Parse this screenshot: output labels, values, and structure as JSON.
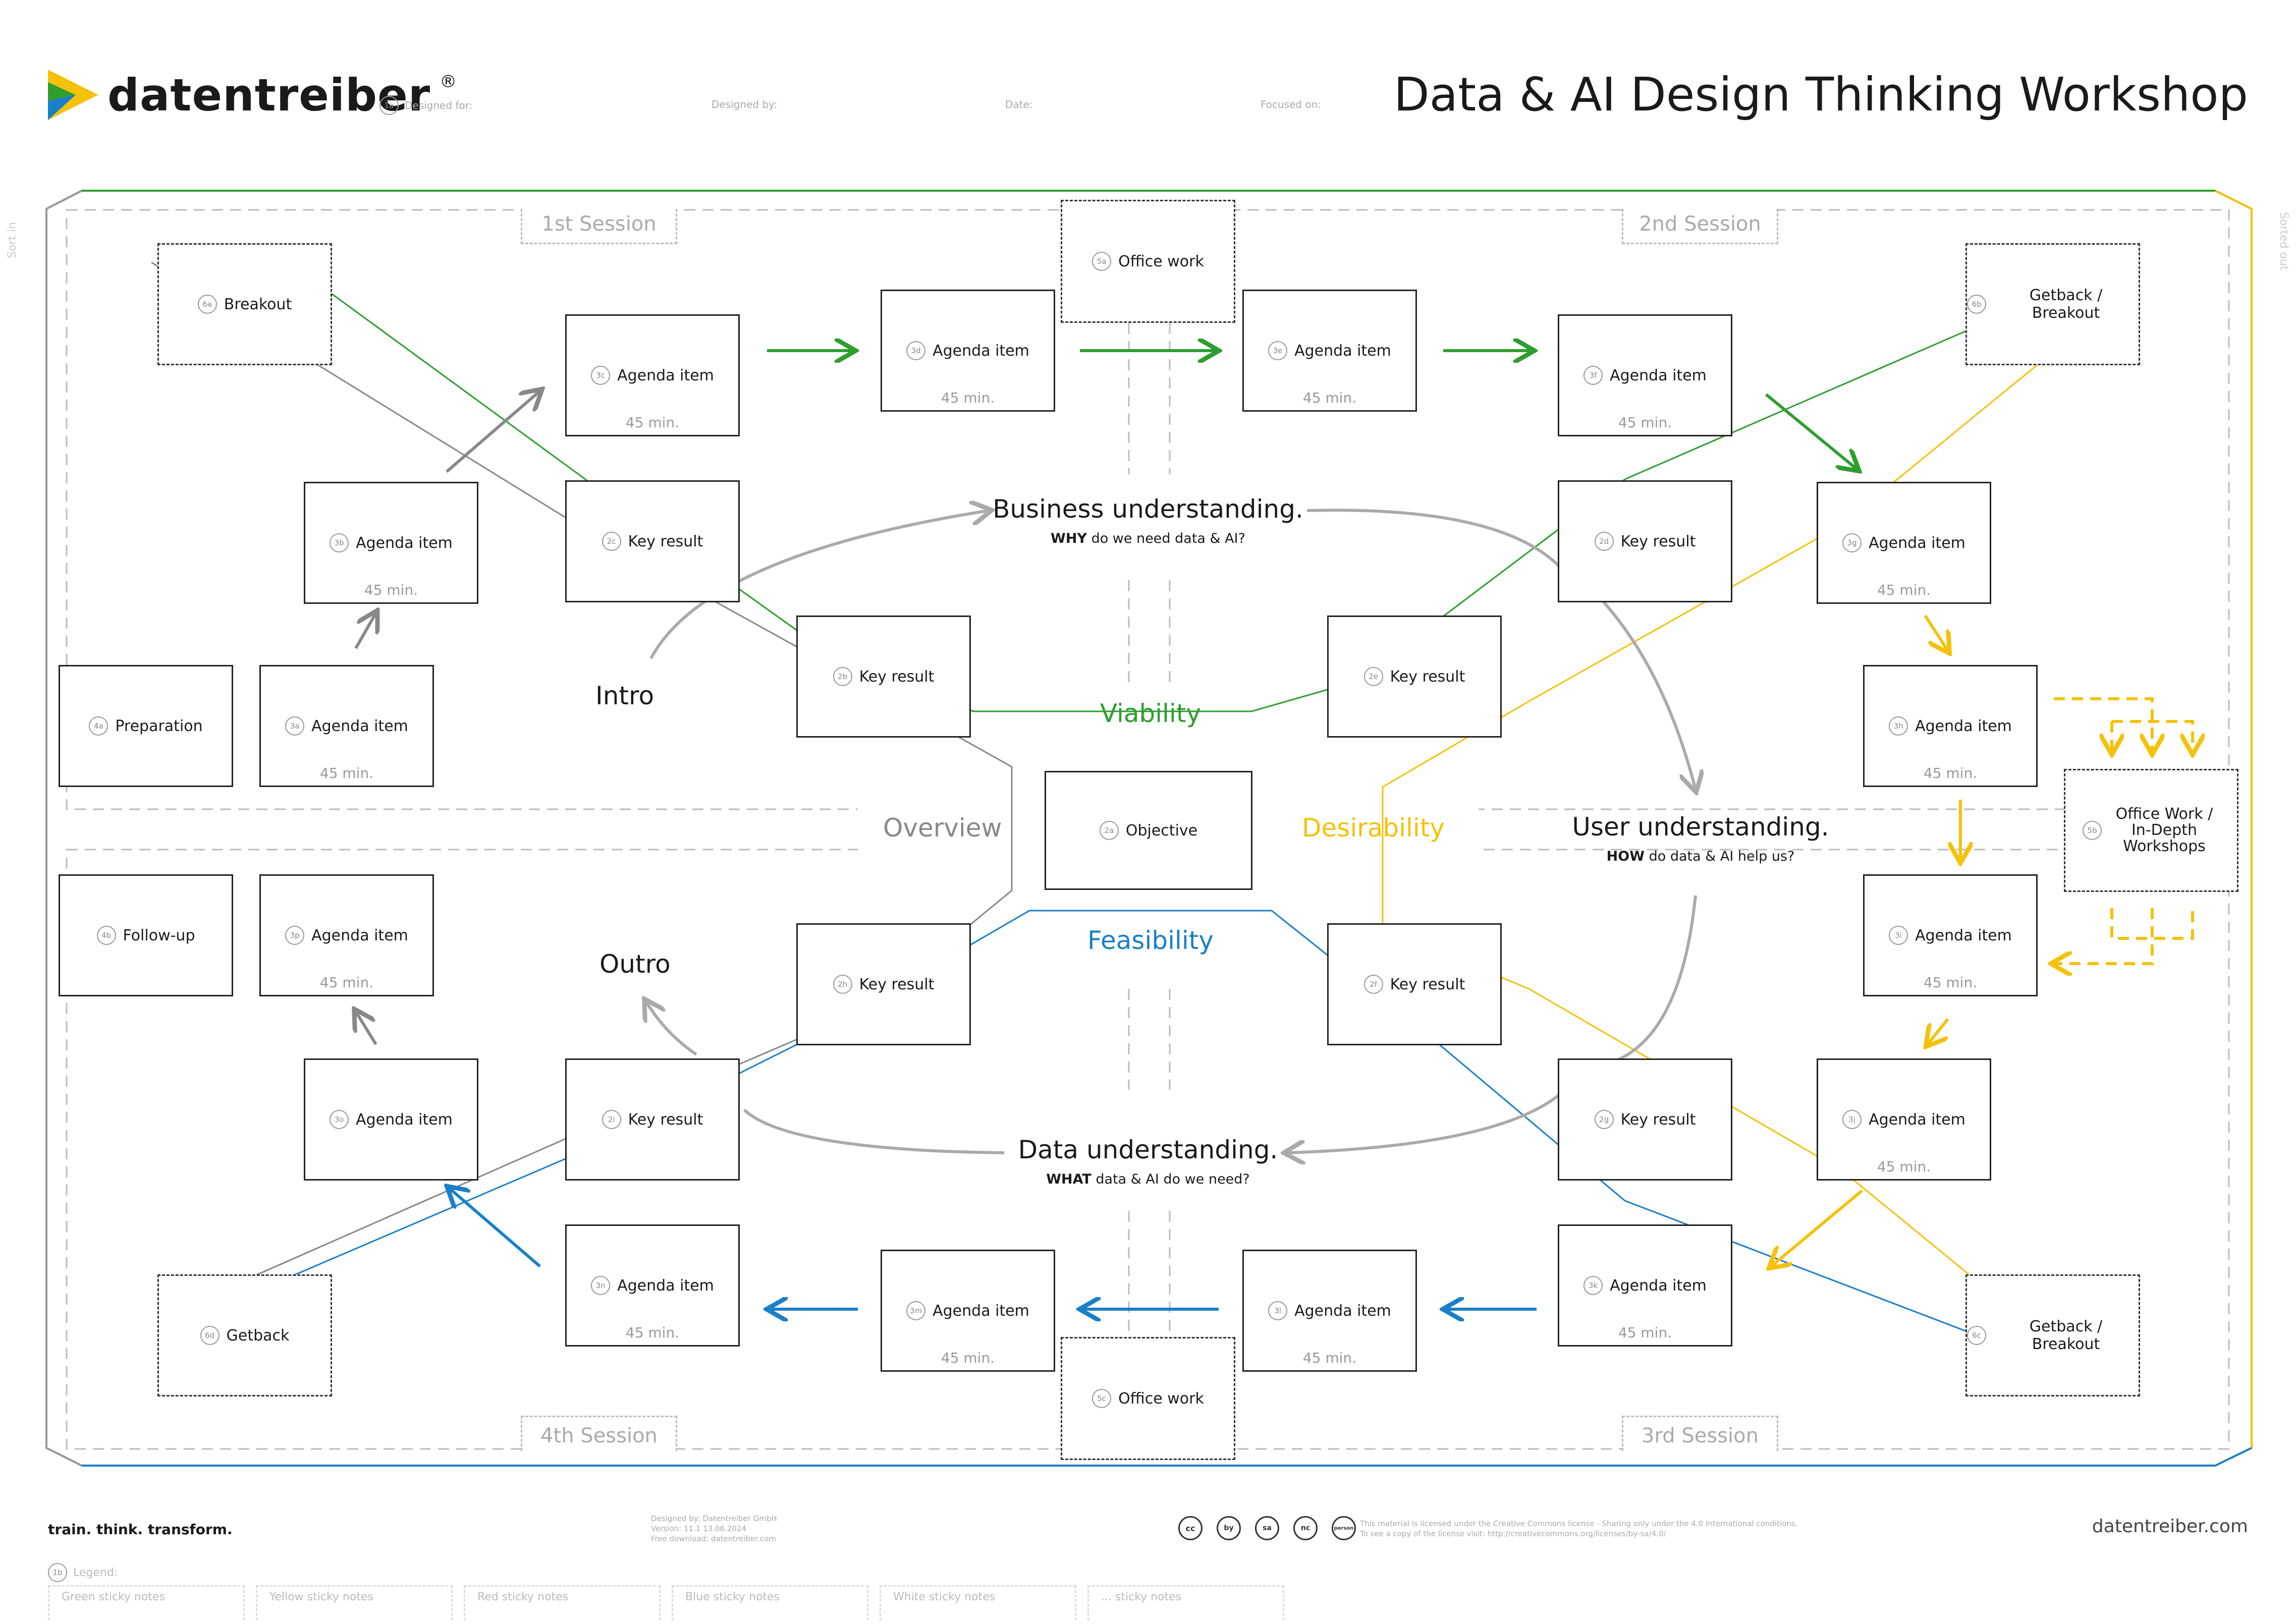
{
  "header": {
    "brand": "datentreiber",
    "registered": "®",
    "title": "Data & AI Design Thinking Workshop",
    "badge_1a": "1a",
    "fields": [
      "Designed for:",
      "Designed by:",
      "Date:",
      "Focused on:"
    ]
  },
  "side_labels": {
    "left": "Sort in",
    "right": "Sorted out"
  },
  "sessions": [
    "1st Session",
    "2nd Session",
    "3rd Session",
    "4th Session"
  ],
  "center": {
    "business_title": "Business understanding.",
    "business_sub_bold": "WHY",
    "business_sub": " do we need data & AI?",
    "user_title": "User understanding.",
    "user_sub_bold": "HOW",
    "user_sub": " do data & AI help us?",
    "data_title": "Data understanding.",
    "data_sub_bold": "WHAT",
    "data_sub": " data & AI do we need?",
    "viability": "Viability",
    "desirability": "Desirability",
    "feasibility": "Feasibility",
    "overview": "Overview",
    "intro": "Intro",
    "outro": "Outro"
  },
  "colors": {
    "green": "#2e9e2e",
    "yellow": "#f5c10a",
    "blue": "#1a7fc8",
    "grey": "#999999",
    "dark": "#222222"
  },
  "boxes": [
    {
      "id": "4a",
      "label": "Preparation",
      "dur": ""
    },
    {
      "id": "3a",
      "label": "Agenda item",
      "dur": "45 min."
    },
    {
      "id": "3b",
      "label": "Agenda item",
      "dur": "45 min."
    },
    {
      "id": "3c",
      "label": "Agenda item",
      "dur": "45 min."
    },
    {
      "id": "3d",
      "label": "Agenda item",
      "dur": "45 min."
    },
    {
      "id": "3e",
      "label": "Agenda item",
      "dur": "45 min."
    },
    {
      "id": "3f",
      "label": "Agenda item",
      "dur": "45 min."
    },
    {
      "id": "3g",
      "label": "Agenda item",
      "dur": "45 min."
    },
    {
      "id": "3h",
      "label": "Agenda item",
      "dur": "45 min."
    },
    {
      "id": "3i",
      "label": "Agenda item",
      "dur": "45 min."
    },
    {
      "id": "3j",
      "label": "Agenda item",
      "dur": "45 min."
    },
    {
      "id": "3k",
      "label": "Agenda item",
      "dur": "45 min."
    },
    {
      "id": "3l",
      "label": "Agenda item",
      "dur": "45 min."
    },
    {
      "id": "3m",
      "label": "Agenda item",
      "dur": "45 min."
    },
    {
      "id": "3n",
      "label": "Agenda item",
      "dur": "45 min."
    },
    {
      "id": "3o",
      "label": "Agenda item",
      "dur": ""
    },
    {
      "id": "3p",
      "label": "Agenda item",
      "dur": "45 min."
    },
    {
      "id": "4b",
      "label": "Follow-up",
      "dur": ""
    },
    {
      "id": "2a",
      "label": "Objective",
      "dur": ""
    },
    {
      "id": "2b",
      "label": "Key result",
      "dur": ""
    },
    {
      "id": "2c",
      "label": "Key result",
      "dur": ""
    },
    {
      "id": "2d",
      "label": "Key result",
      "dur": ""
    },
    {
      "id": "2e",
      "label": "Key result",
      "dur": ""
    },
    {
      "id": "2f",
      "label": "Key result",
      "dur": ""
    },
    {
      "id": "2g",
      "label": "Key result",
      "dur": ""
    },
    {
      "id": "2h",
      "label": "Key result",
      "dur": ""
    },
    {
      "id": "2i",
      "label": "Key result",
      "dur": ""
    },
    {
      "id": "6a",
      "label": "Breakout",
      "dur": ""
    },
    {
      "id": "6b",
      "label": "Getback / Breakout",
      "dur": ""
    },
    {
      "id": "6c",
      "label": "Getback / Breakout",
      "dur": ""
    },
    {
      "id": "6d",
      "label": "Getback",
      "dur": ""
    },
    {
      "id": "5a",
      "label": "Office work",
      "dur": ""
    },
    {
      "id": "5b",
      "label": "Office Work / In-Depth Workshops",
      "dur": ""
    },
    {
      "id": "5c",
      "label": "Office work",
      "dur": ""
    }
  ],
  "footer": {
    "tagline": "train. think. transform.",
    "credits": [
      "Designed by: Datentreiber GmbH",
      "Version: 11.1 13.06.2024",
      "Free download: datentreiber.com"
    ],
    "license": [
      "This material is licensed under the Creative Commons license - Sharing only under the 4.0 International conditions.",
      "To see a copy of the license visit: http://creativecommons.org/licenses/by-sa/4.0/"
    ],
    "cc_icons": [
      "cc",
      "by",
      "sa",
      "nc",
      "person"
    ],
    "url": "datentreiber.com",
    "legend_badge": "1b",
    "legend_title": "Legend:",
    "legend": [
      "Green sticky notes",
      "Yellow sticky notes",
      "Red sticky notes",
      "Blue sticky notes",
      "White sticky notes",
      "... sticky notes"
    ]
  }
}
